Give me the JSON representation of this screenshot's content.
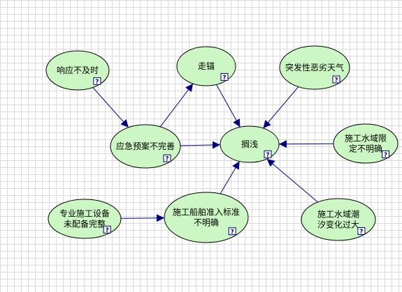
{
  "diagram": {
    "background": "#ffffff",
    "node_fill": "#ccf7c4",
    "edge_color": "#000080",
    "help_glyph": "?",
    "nodes": [
      {
        "id": "n1",
        "lines": [
          "响应不及时"
        ]
      },
      {
        "id": "n2",
        "lines": [
          "走锚"
        ]
      },
      {
        "id": "n3",
        "lines": [
          "突发性恶劣天气"
        ]
      },
      {
        "id": "n4",
        "lines": [
          "应急预案不完善"
        ]
      },
      {
        "id": "n5",
        "lines": [
          "搁浅"
        ]
      },
      {
        "id": "n6",
        "lines": [
          "施工水域限",
          "定不明确"
        ]
      },
      {
        "id": "n7",
        "lines": [
          "专业施工设备",
          "未配备完整"
        ]
      },
      {
        "id": "n8",
        "lines": [
          "施工船舶准入标准",
          "不明确"
        ]
      },
      {
        "id": "n9",
        "lines": [
          "施工水域潮",
          "汐变化过大"
        ]
      }
    ],
    "edges": [
      {
        "from": "n1",
        "to": "n4"
      },
      {
        "from": "n4",
        "to": "n2"
      },
      {
        "from": "n4",
        "to": "n5"
      },
      {
        "from": "n2",
        "to": "n5"
      },
      {
        "from": "n3",
        "to": "n5"
      },
      {
        "from": "n6",
        "to": "n5"
      },
      {
        "from": "n7",
        "to": "n8"
      },
      {
        "from": "n8",
        "to": "n5"
      },
      {
        "from": "n9",
        "to": "n5"
      }
    ]
  }
}
